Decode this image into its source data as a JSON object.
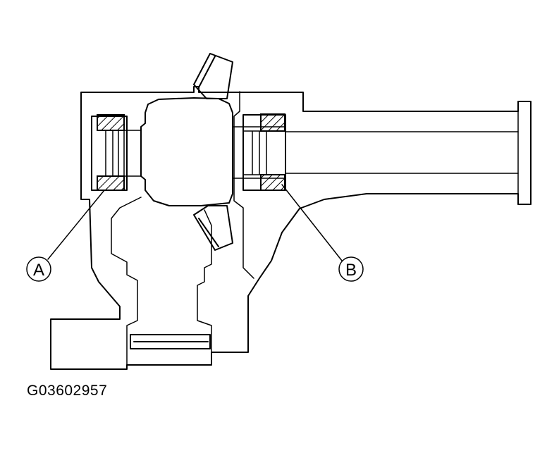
{
  "diagram": {
    "callouts": [
      {
        "id": "A",
        "label": "A"
      },
      {
        "id": "B",
        "label": "B"
      }
    ],
    "figure_id": "G03602957",
    "colors": {
      "line": "#000000",
      "background": "#ffffff"
    }
  }
}
